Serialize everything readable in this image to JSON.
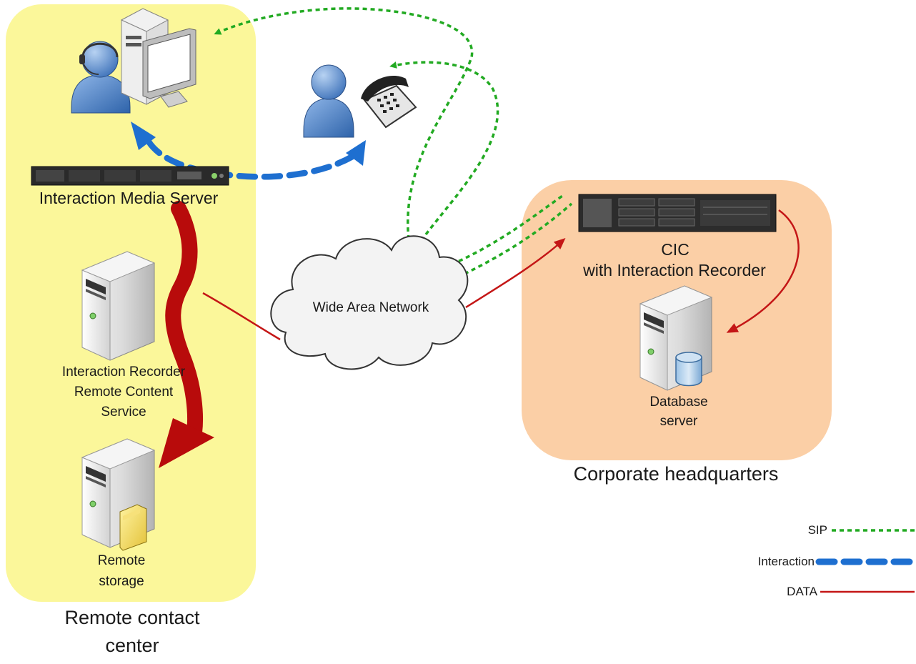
{
  "labels": {
    "media_server": "Interaction Media Server",
    "cic_line1": "CIC",
    "cic_line2": "with Interaction Recorder",
    "wan": "Wide Area Network",
    "irrcs_line1": "Interaction Recorder",
    "irrcs_line2": "Remote Content",
    "irrcs_line3": "Service",
    "db_line1": "Database",
    "db_line2": "server",
    "rs_line1": "Remote",
    "rs_line2": "storage",
    "remote_center_line1": "Remote contact",
    "remote_center_line2": "center",
    "corporate_hq": "Corporate headquarters"
  },
  "legend": {
    "sip": "SIP",
    "interaction": "Interaction",
    "data": "DATA"
  },
  "colors": {
    "remote_zone": "#fbf79a",
    "hq_zone": "#fbcfa6",
    "sip": "#22aa22",
    "interaction": "#1e6fd0",
    "data": "#c41616",
    "data_thick": "#b80b0b",
    "person": "#3f78c4"
  },
  "icons": [
    "agent-headset-person-icon",
    "workstation-computer-icon",
    "caller-person-icon",
    "desk-phone-icon",
    "rack-server-icon",
    "cloud-icon",
    "tower-server-icon",
    "database-cylinder-icon",
    "folder-icon"
  ]
}
